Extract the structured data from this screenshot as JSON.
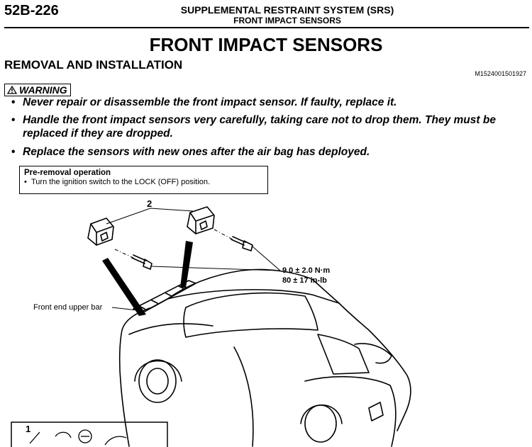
{
  "header": {
    "page_number": "52B-226",
    "title_line1": "SUPPLEMENTAL RESTRAINT SYSTEM (SRS)",
    "title_line2": "FRONT IMPACT SENSORS"
  },
  "main_title": "FRONT IMPACT SENSORS",
  "section_title": "REMOVAL AND INSTALLATION",
  "doc_id": "M1524001501927",
  "warning": {
    "label": "WARNING",
    "icon": "warning-triangle-icon",
    "items": [
      "Never repair or disassemble the front impact sensor. If faulty, replace it.",
      "Handle the front impact sensors very carefully, taking care not to drop them. They must be replaced if they are dropped.",
      "Replace the sensors with new ones after the air bag has deployed."
    ]
  },
  "pre_removal": {
    "title": "Pre-removal operation",
    "items": [
      "Turn the ignition switch to the LOCK (OFF) position."
    ]
  },
  "diagram": {
    "callout_2": "2",
    "torque_nm": "9.0 ± 2.0 N·m",
    "torque_inlb": "80 ± 17 in-lb",
    "front_bar_label": "Front end upper bar",
    "callout_1": "1"
  }
}
